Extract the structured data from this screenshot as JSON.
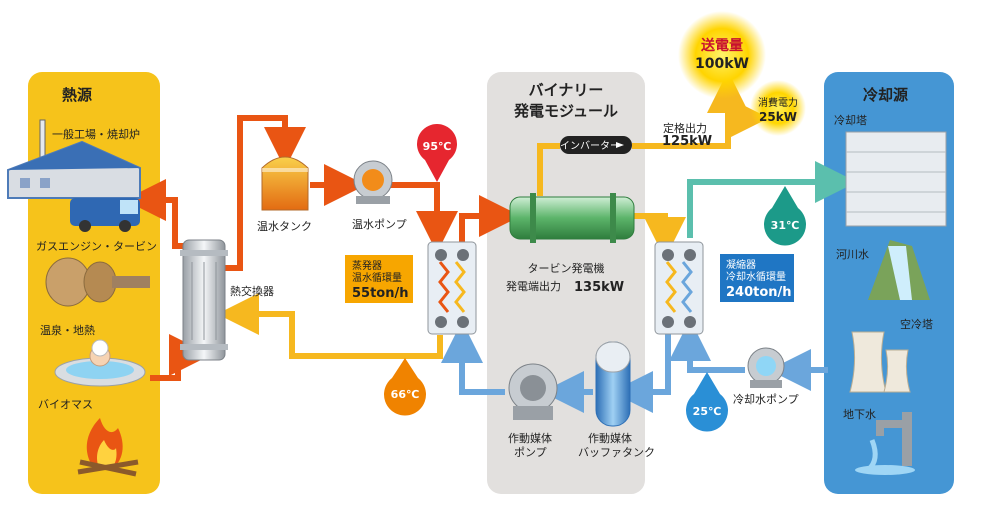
{
  "heat_source": {
    "title": "熱源",
    "items": [
      "一般工場・焼却炉",
      "ガスエンジン・タービン",
      "温泉・地熱",
      "バイオマス"
    ]
  },
  "heat_exchanger": "熱交換器",
  "hot_water_tank": "温水タンク",
  "hot_water_pump": "温水ポンプ",
  "temps": {
    "hot_in": "95℃",
    "hot_out": "66℃",
    "cool_out": "31℃",
    "cool_in": "25℃"
  },
  "evaporator": {
    "line1": "蒸発器",
    "line2": "温水循環量",
    "value": "55ton/h"
  },
  "binary_module": {
    "line1": "バイナリー",
    "line2": "発電モジュール"
  },
  "inverter": "インバーター",
  "turbine": {
    "line1": "タービン発電機",
    "line2_prefix": "発電端出力",
    "line2_value": "135kW"
  },
  "rated_output": {
    "label": "定格出力",
    "value": "125kW"
  },
  "transmission": {
    "label": "送電量",
    "value": "100kW"
  },
  "consumption": {
    "label": "消費電力",
    "value": "25kW"
  },
  "condenser": {
    "line1": "凝縮器",
    "line2": "冷却水循環量",
    "value": "240ton/h"
  },
  "working_pump": {
    "line1": "作動媒体",
    "line2": "ポンプ"
  },
  "buffer_tank": {
    "line1": "作動媒体",
    "line2": "バッファタンク"
  },
  "cooling_pump": "冷却水ポンプ",
  "cooling_source": {
    "title": "冷却源",
    "items": [
      "冷却塔",
      "河川水",
      "空冷塔",
      "地下水"
    ]
  },
  "colors": {
    "heat_panel": "#f6c31b",
    "module_panel": "#e2e0de",
    "cooling_panel": "#4596d4",
    "hot_pipe": "#e95513",
    "warm_pipe": "#f6b81f",
    "blue_pipe": "#6ba6dc",
    "teal_pipe": "#5bbfad",
    "orange_fill": "#f7a600",
    "red_badge": "#e6262f",
    "orange_badge": "#f08300",
    "blue_badge": "#2a8fd6",
    "teal_badge": "#1c9a89"
  }
}
